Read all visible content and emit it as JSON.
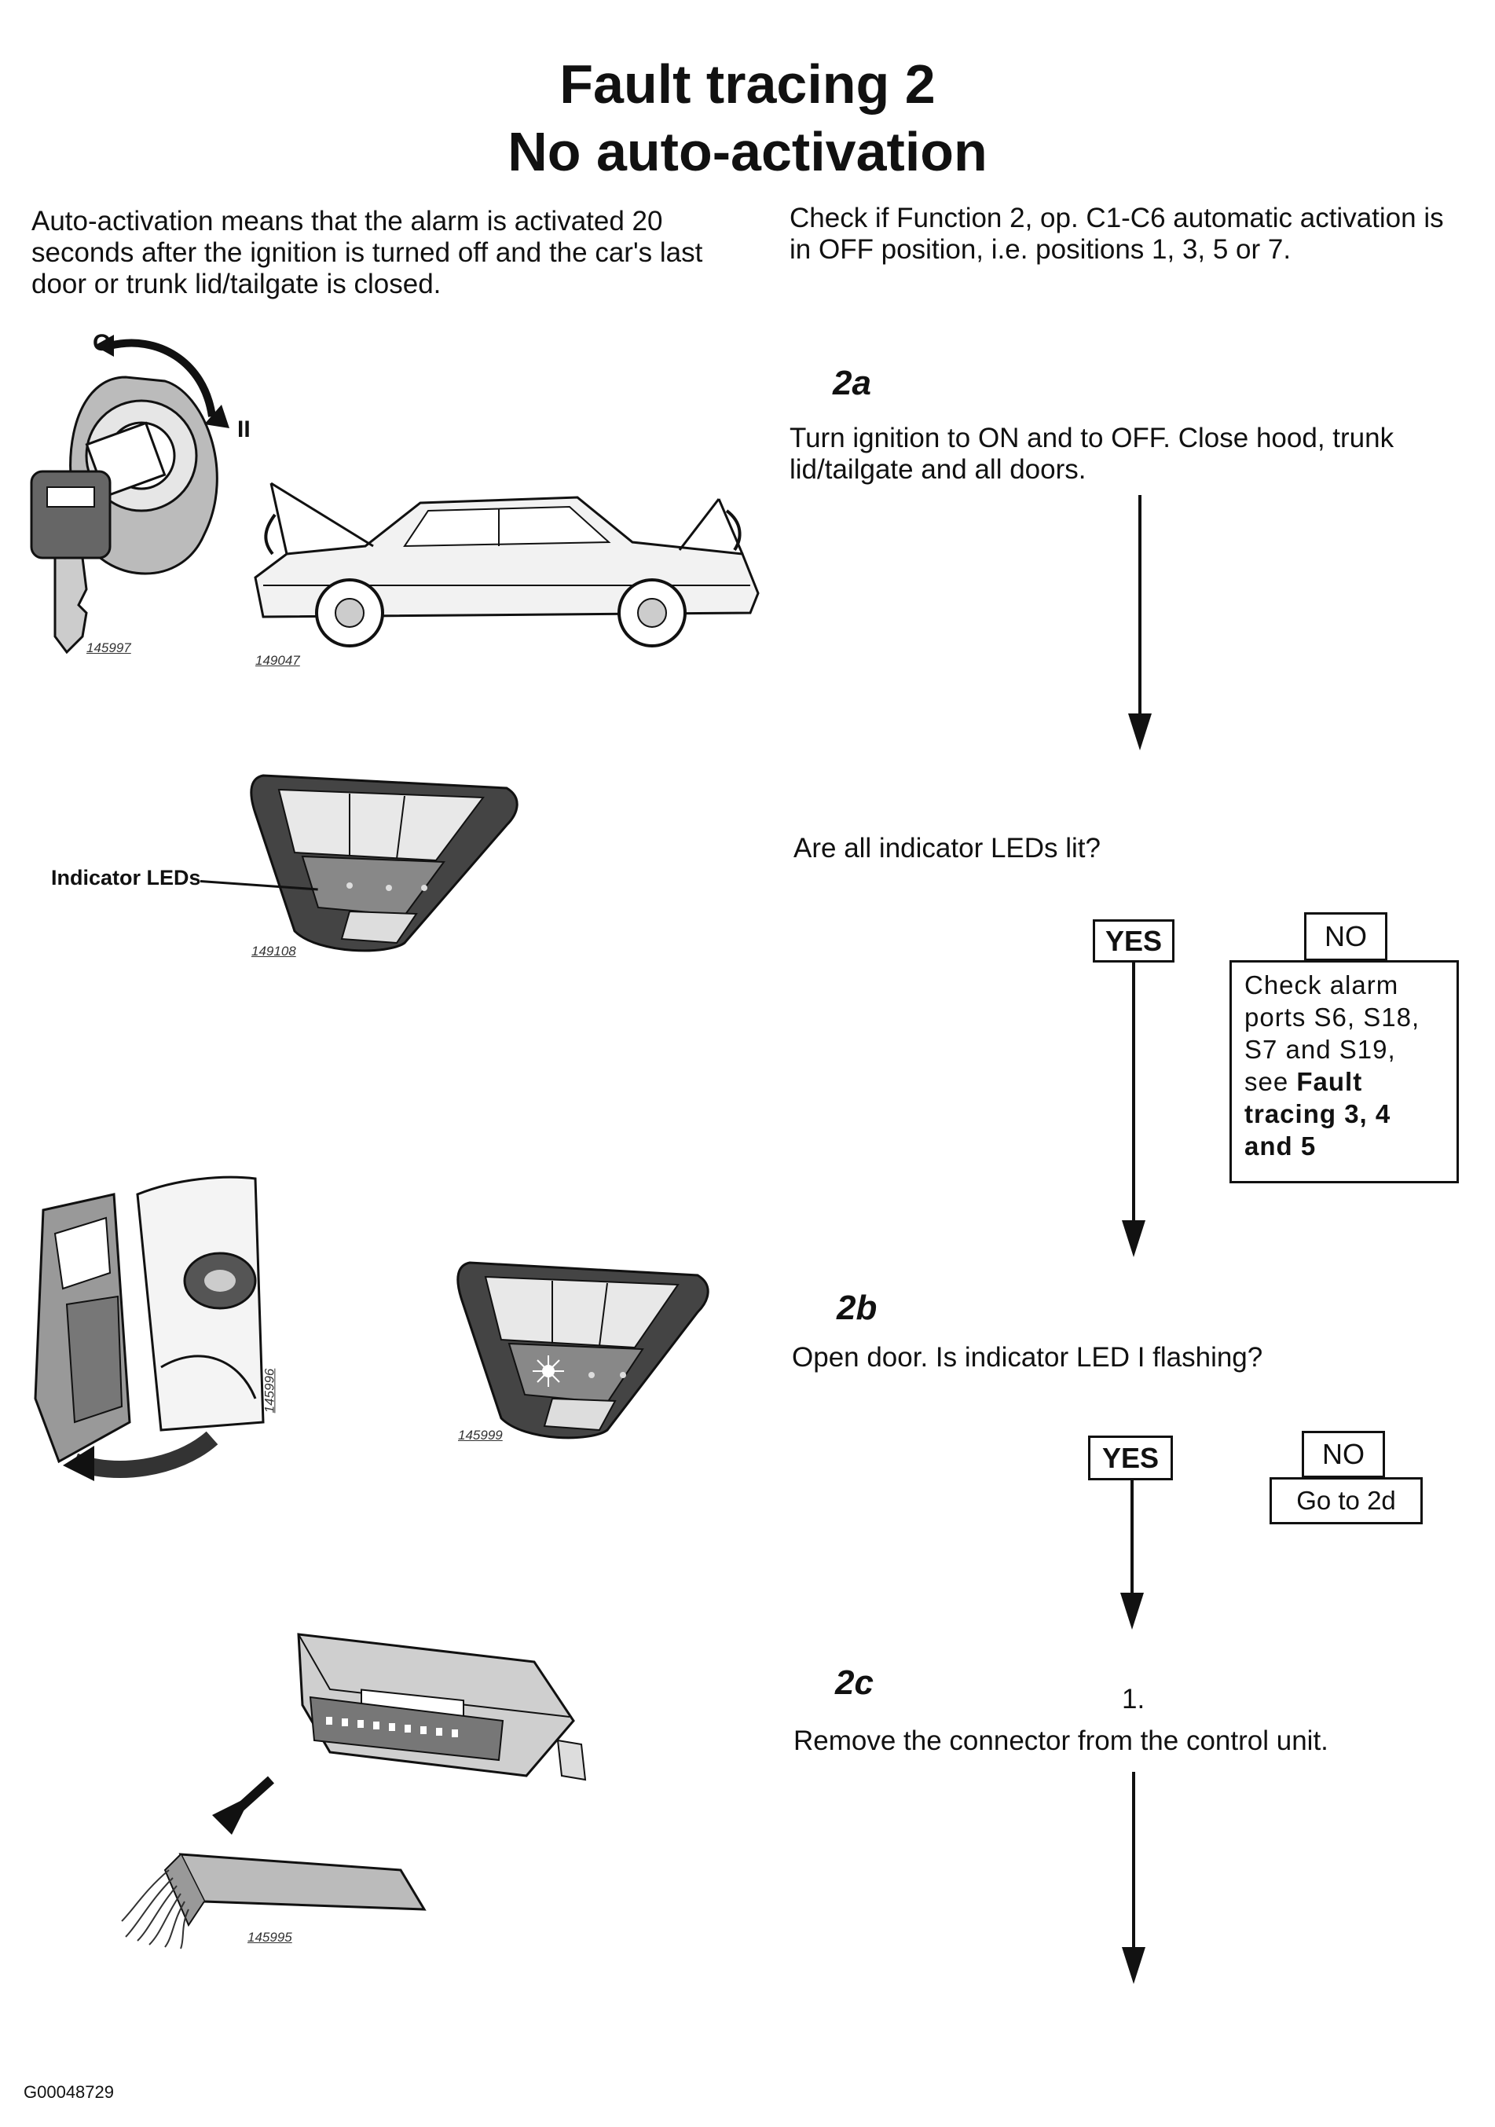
{
  "title_line1": "Fault tracing 2",
  "title_line2": "No auto-activation",
  "intro_left": "Auto-activation means that the alarm is activated 20 seconds after the ignition is turned off and the car's last door or trunk lid/tailgate is closed.",
  "intro_right": "Check if Function 2, op. C1-C6 automatic activation is in OFF position, i.e. positions 1, 3, 5 or 7.",
  "ignition_labels": {
    "off": "O",
    "on": "II"
  },
  "figure_codes": [
    "145997",
    "149047",
    "149108",
    "145996",
    "145999",
    "145995"
  ],
  "step_2a": {
    "label": "2a",
    "text": "Turn ignition to ON and to OFF. Close hood, trunk lid/tailgate and all doors.",
    "question": "Are all indicator LEDs lit?"
  },
  "indicator_caption": "Indicator LEDs",
  "decision_1": {
    "yes": "YES",
    "no": "NO",
    "no_text_plain": "Check alarm ports S6, S18, S7 and S19, see ",
    "no_text_bold": "Fault tracing 3, 4 and 5"
  },
  "step_2b": {
    "label": "2b",
    "text": "Open door. Is indicator LED I flashing?"
  },
  "decision_2": {
    "yes": "YES",
    "no": "NO",
    "no_text": "Go to 2d"
  },
  "step_2c": {
    "label": "2c",
    "number": "1.",
    "text": "Remove the connector from the control unit."
  },
  "doc_id": "G00048729"
}
